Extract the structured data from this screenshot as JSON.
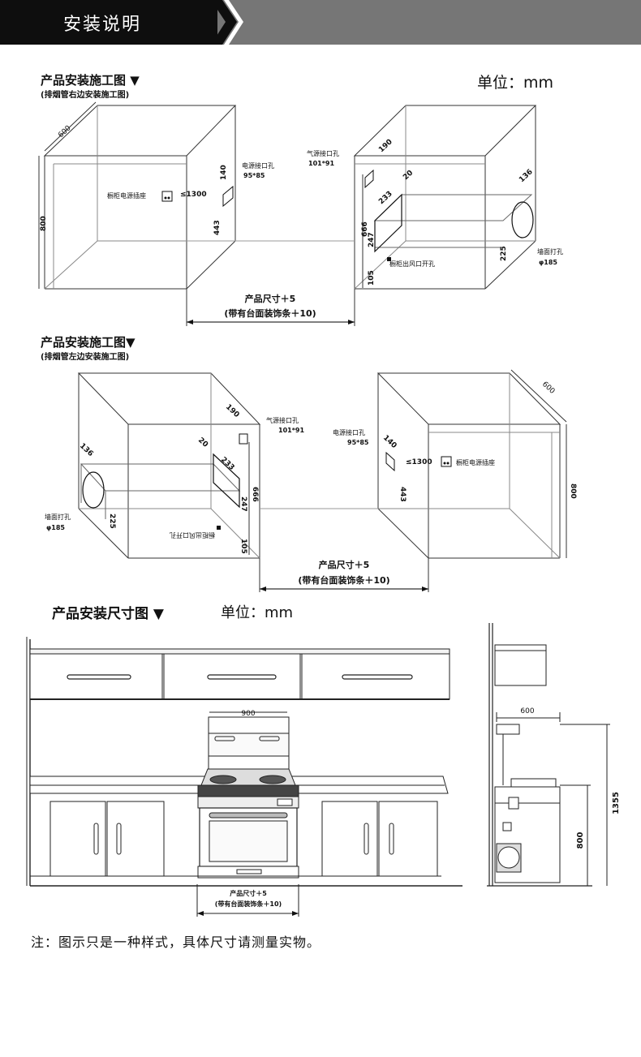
{
  "header": {
    "title": "安装说明"
  },
  "section1": {
    "title": "产品安装施工图 ▼",
    "subtitle": "(排烟管右边安装施工图)",
    "unit": "单位：mm",
    "left_cabinet": {
      "depth": "600",
      "height": "800",
      "socket_label": "橱柜电源插座",
      "socket_dist": "≤1300",
      "hole_label": "电源接口孔",
      "hole_size": "95*85",
      "hole_dim": "140",
      "hole_height": "443"
    },
    "right_cabinet": {
      "gas_label": "气源接口孔",
      "gas_size": "101*91",
      "gas_dim": "190",
      "d20": "20",
      "d233": "233",
      "d666": "666",
      "d247": "247",
      "d105": "105",
      "outlet_label": "橱柜出风口开孔",
      "wall_label": "墙面打孔",
      "wall_size": "φ185",
      "d136": "136",
      "d225": "225"
    },
    "size_line1": "产品尺寸＋5",
    "size_line2": "(带有台面装饰条＋10)"
  },
  "section2": {
    "title": "产品安装施工图▼",
    "subtitle": "(排烟管左边安装施工图)",
    "left_cabinet": {
      "gas_dim": "190",
      "gas_label": "气源接口孔",
      "gas_size": "101*91",
      "d136": "136",
      "d20": "20",
      "d233": "233",
      "d666": "666",
      "d247": "247",
      "d105": "105",
      "d225": "225",
      "wall_label": "墙面打孔",
      "wall_size": "φ185",
      "outlet_label": "橱柜出风口开孔"
    },
    "right_cabinet": {
      "depth": "600",
      "height": "800",
      "hole_label": "电源接口孔",
      "hole_size": "95*85",
      "hole_dim": "140",
      "socket_dist": "≤1300",
      "socket_label": "橱柜电源插座",
      "hole_height": "443"
    },
    "size_line1": "产品尺寸＋5",
    "size_line2": "(带有台面装饰条＋10)"
  },
  "section3": {
    "title": "产品安装尺寸图 ▼",
    "unit": "单位：mm",
    "width_label": "900",
    "size_line1": "产品尺寸＋5",
    "size_line2": "(带有台面装饰条＋10)",
    "side_depth": "600",
    "side_total": "1355",
    "side_height": "800"
  },
  "note": "注：图示只是一种样式，具体尺寸请测量实物。"
}
